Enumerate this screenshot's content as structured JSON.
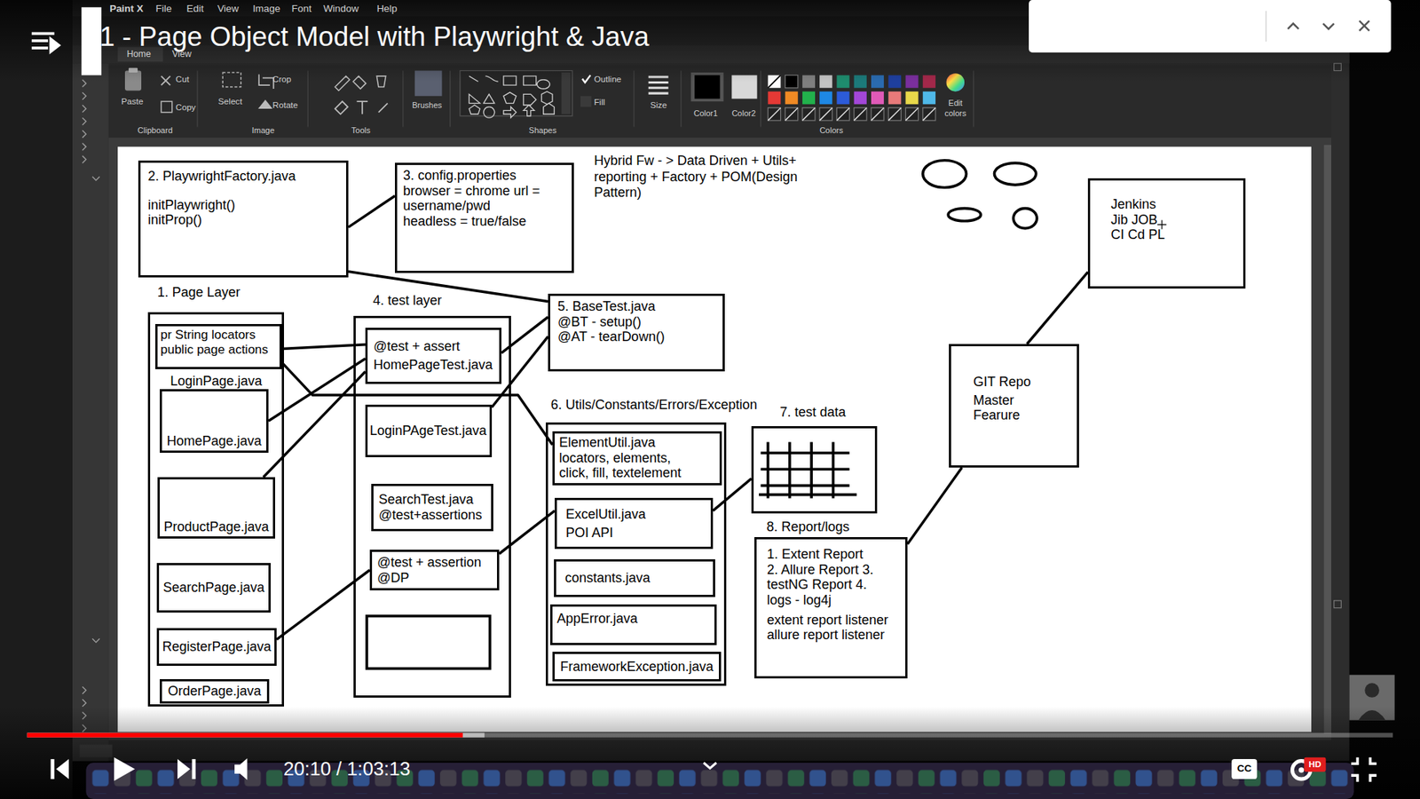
{
  "diagram": {
    "title": "1 - Page Object Model with Playwright & Java",
    "nodes": [
      {
        "text": [
          "2. PlaywrightFactory.java",
          "initPlaywright() initProp()"
        ]
      },
      {
        "text": [
          "3. config.properties",
          "browser = chrome url = username/pwd headless = true/false"
        ]
      },
      {
        "text": [
          "1. Page Layer"
        ]
      },
      {
        "text": [
          "pr String locators public page actions",
          "LoginPage.java"
        ],
        "in": 2
      },
      {
        "text": [
          "HomePage.java"
        ],
        "in": 2
      },
      {
        "text": [
          "ProductPage.java"
        ],
        "in": 2
      },
      {
        "text": [
          "SearchPage.java"
        ],
        "in": 2
      },
      {
        "text": [
          "RegisterPage.java"
        ],
        "in": 2
      },
      {
        "text": [
          "OrderPage.java"
        ],
        "in": 2
      },
      {
        "text": [
          "4. test layer"
        ]
      },
      {
        "text": [
          "@test + assert",
          "HomePageTest.java"
        ],
        "in": 9
      },
      {
        "text": [
          "LoginPAgeTest.java"
        ],
        "in": 9
      },
      {
        "text": [
          "SearchTest.java",
          "@test+assertions"
        ],
        "in": 9
      },
      {
        "text": [
          "@test + assertion",
          "@DP"
        ],
        "in": 9
      },
      {
        "text": [
          "5. BaseTest.java",
          "@BT - setup() @AT - tearDown()"
        ]
      },
      {
        "text": [
          "6. Utils/Constants/Errors/Exception"
        ]
      },
      {
        "text": [
          "ElementUtil.java",
          "locators, elements, click, fill, textelement"
        ],
        "in": 15
      },
      {
        "text": [
          "ExcelUtil.java",
          "POI API"
        ],
        "in": 15
      },
      {
        "text": [
          "constants.java"
        ],
        "in": 15
      },
      {
        "text": [
          "AppError.java"
        ],
        "in": 15
      },
      {
        "text": [
          "FrameworkException.java"
        ],
        "in": 15
      },
      {
        "text": [
          "7. test data"
        ]
      },
      {
        "text": [
          "8. Report/logs",
          "1. Extent Report 2. Allure Report 3. testNG Report 4. logs - log4j",
          "extent report listener allure report listener"
        ]
      },
      {
        "text": [
          "GIT Repo",
          "Master Fearure"
        ]
      },
      {
        "text": [
          "Jenkins Jib JOB CI Cd PL"
        ]
      }
    ],
    "edges": [
      {
        "from": 0,
        "to": 14,
        "arrow": "none"
      },
      {
        "from": 0,
        "to": 1,
        "arrow": "none"
      },
      {
        "from": 3,
        "to": 10,
        "arrow": "none"
      },
      {
        "from": 3,
        "to": 16,
        "arrow": "none"
      },
      {
        "from": 4,
        "to": 10,
        "arrow": "none"
      },
      {
        "from": 5,
        "to": 10,
        "arrow": "none"
      },
      {
        "from": 7,
        "to": 13,
        "arrow": "none"
      },
      {
        "from": 10,
        "to": 14,
        "arrow": "none"
      },
      {
        "from": 11,
        "to": 14,
        "arrow": "none"
      },
      {
        "from": 13,
        "to": 17,
        "arrow": "none"
      },
      {
        "from": 17,
        "to": 21,
        "arrow": "none"
      },
      {
        "from": 22,
        "to": 23,
        "arrow": "none"
      },
      {
        "from": 23,
        "to": 24,
        "arrow": "none"
      }
    ],
    "labels": [
      "Paint X",
      "File",
      "Edit",
      "View",
      "Image",
      "Font",
      "Window",
      "Help",
      "Home",
      "View",
      "Paste",
      "Cut",
      "Copy",
      "Select",
      "Crop",
      "Rotate",
      "Clipboard",
      "Image",
      "Tools",
      "Brushes",
      "Shapes",
      "Outline",
      "Fill",
      "Size",
      "Color1",
      "Color2",
      "Edit colors",
      "Colors",
      "Hybrid Fw - > Data Driven + Utils+ reporting + Factory + POM(Design Pattern)",
      "20:10 / 1:03:13",
      "CC",
      "HD"
    ]
  }
}
